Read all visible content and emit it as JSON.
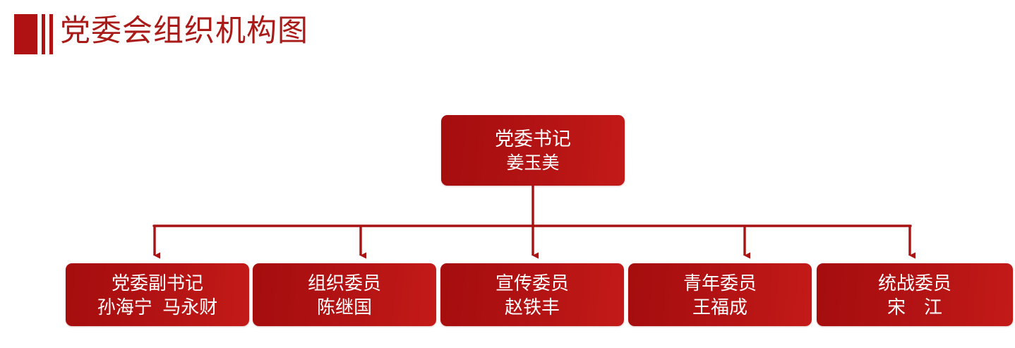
{
  "header": {
    "title": "党委会组织机构图",
    "decoration": {
      "thick_bar": "thick-red-bar",
      "thin_bar_1": "thin-red-bar",
      "thin_bar_2": "thin-red-bar"
    },
    "title_color": "#A81B18"
  },
  "colors": {
    "brand_red": "#B01112",
    "box_fill_dark": "#A50D0E",
    "box_fill_light": "#C31A18",
    "connector": "#A81212",
    "text_on_box": "#FFFFFF",
    "background": "#FFFFFF"
  },
  "org_chart": {
    "root": {
      "role": "党委书记",
      "person": "姜玉美"
    },
    "children": [
      {
        "role": "党委副书记",
        "person": "孙海宁  马永财"
      },
      {
        "role": "组织委员",
        "person": "陈继国"
      },
      {
        "role": "宣传委员",
        "person": "赵铁丰"
      },
      {
        "role": "青年委员",
        "person": "王福成"
      },
      {
        "role": "统战委员",
        "person": "宋　江"
      }
    ],
    "connector_style": "elbow-with-arrowheads",
    "arrow_count": 5
  }
}
